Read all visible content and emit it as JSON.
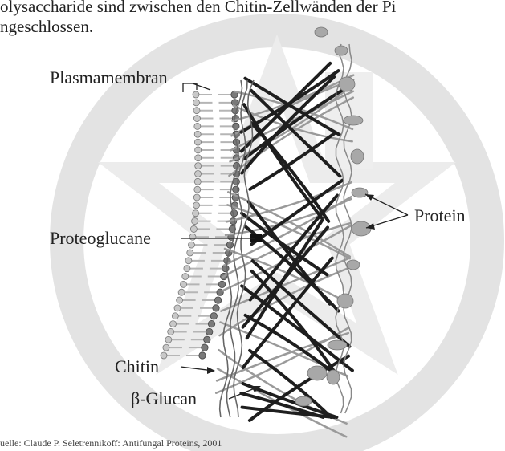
{
  "intro": {
    "line1": "olysaccharide sind zwischen den Chitin-Zellwänden der Pi",
    "line2": "ngeschlossen."
  },
  "labels": {
    "plasmamembran": "Plasmamembran",
    "proteoglucane": "Proteoglucane",
    "protein": "Protein",
    "chitin": "Chitin",
    "glucan": "β-Glucan"
  },
  "source": "uelle: Claude P. Seletrennikoff: Antifungal Proteins, 2001",
  "colors": {
    "watermark": "#d9d9d9",
    "fiber_dark": "#1e1e1e",
    "fiber_light": "#9a9a9a",
    "lipid_head": "#7a7a7a",
    "text": "#222222"
  }
}
